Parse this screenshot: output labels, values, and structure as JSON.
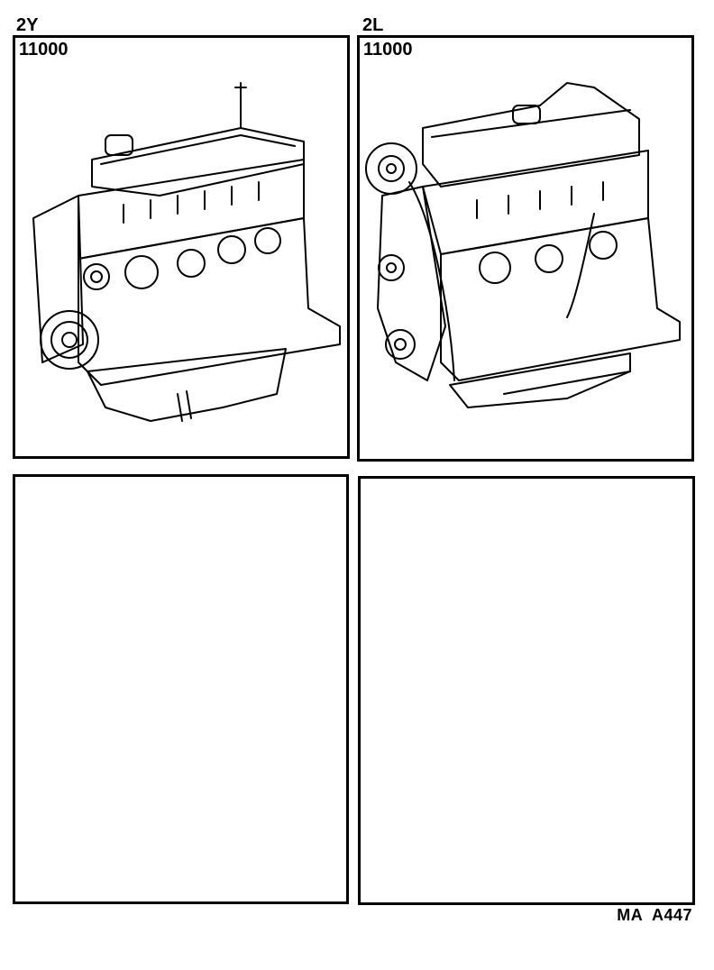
{
  "panels": [
    {
      "engine": "2Y",
      "part_code": "11000",
      "illustration": "2Y engine assembly (partial engine block, front view with crank pulley and water pump)"
    },
    {
      "engine": "2L",
      "part_code": "11000",
      "illustration": "2L engine assembly (with timing belt cover and camshaft pulley)"
    },
    {
      "engine": "",
      "part_code": "",
      "illustration": ""
    },
    {
      "engine": "",
      "part_code": "",
      "illustration": ""
    }
  ],
  "footer": {
    "figure_id": "MA  A447"
  }
}
